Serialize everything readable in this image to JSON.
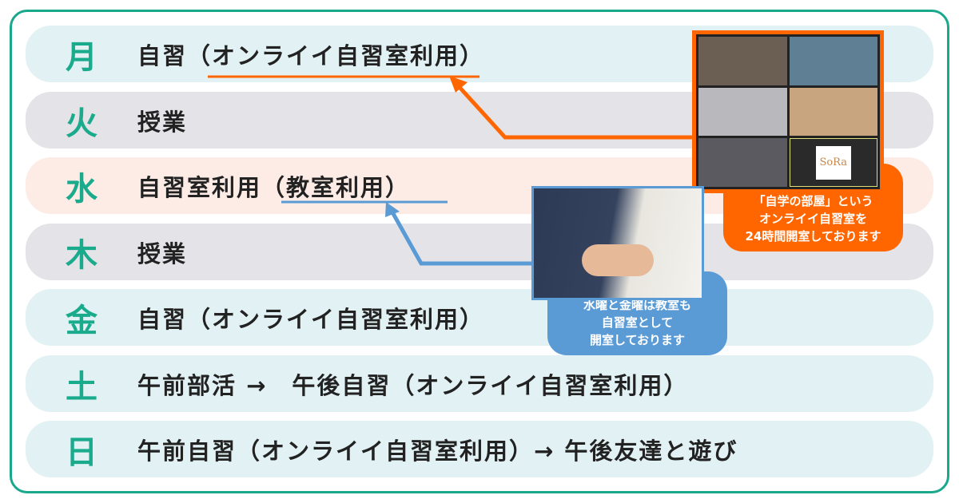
{
  "schedule": [
    {
      "day": "月",
      "text": "自習（オンライイ自習室利用）"
    },
    {
      "day": "火",
      "text": "授業"
    },
    {
      "day": "水",
      "text": "自習室利用（教室利用）"
    },
    {
      "day": "木",
      "text": "授業"
    },
    {
      "day": "金",
      "text": "自習（オンライイ自習室利用）"
    },
    {
      "day": "土",
      "text": "午前部活 →　午後自習（オンライイ自習室利用）"
    },
    {
      "day": "日",
      "text": "午前自習（オンライイ自習室利用）→ 午後友達と遊び"
    }
  ],
  "online_callout": {
    "lines": [
      "「自学の部屋」という",
      "オンライイ自習室を",
      "24時間開室しております"
    ],
    "logo": "SoRa"
  },
  "classroom_callout": {
    "lines": [
      "水曜と金曜は教室も",
      "自習室として",
      "開室しております"
    ]
  },
  "colors": {
    "teal": "#1aaa8c",
    "orange": "#ff6600",
    "blue": "#5b9bd5"
  }
}
